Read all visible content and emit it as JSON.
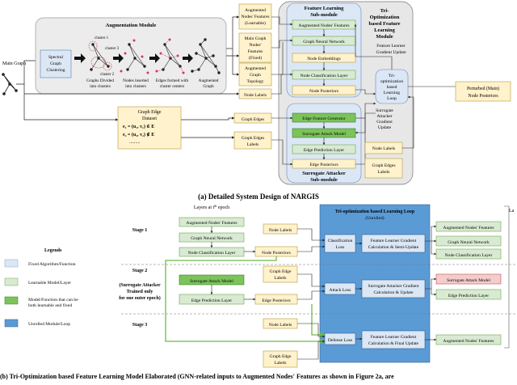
{
  "panel_a": {
    "caption": "(a) Detailed System Design of NARGIS",
    "main_graph": "Main Graph",
    "augmentation_module": {
      "title": "Augmentation Module",
      "spectral_clustering": [
        "Spectral",
        "Graph",
        "Clustering"
      ],
      "cluster_labels": [
        "cluster 1",
        "cluster 3",
        "cluster 2"
      ],
      "step_captions": {
        "divided": [
          "Graphs Divided",
          "into clusters"
        ],
        "inserted": [
          "Nodes inserted",
          "into clusters"
        ],
        "edges": [
          "Edges formed with",
          "cluster centers"
        ],
        "augmented": [
          "Augmented",
          "Graph"
        ]
      }
    },
    "inputs": {
      "aug_features": [
        "Augmented",
        "Nodes' Features",
        "(Learnable)"
      ],
      "main_features": [
        "Main Graph",
        "Nodes'",
        "Features",
        "(Fixed)"
      ],
      "aug_topology": [
        "Augmented",
        "Graph",
        "Topology"
      ],
      "node_labels": "Node Labels",
      "graph_edges": "Graph Edges",
      "graph_edges_labels": [
        "Graph Edges",
        "Labels"
      ]
    },
    "edge_dataset": {
      "title": [
        "Graph Edge",
        "Dataset"
      ],
      "row1": "e₁ = (u₁, v₁) ∈ E",
      "row2": "e₂ = (u₂, v₂) ∉ E",
      "dots": "........."
    },
    "feature_submodule": {
      "title": [
        "Feature Learning",
        "Sub-module"
      ],
      "items": [
        "Augmented Nodes' Features",
        "Graph Neural Network",
        "Node Embeddings",
        "Node Classification Layer",
        "Node Posteriors"
      ]
    },
    "attacker_submodule": {
      "title": [
        "Surrogate Attacker",
        "Sub-module"
      ],
      "items": [
        "Edge Feature Generator",
        "Surrogate Attack Model",
        "Edge Prediction Layer",
        "Edge Posteriors"
      ]
    },
    "tri_module": {
      "title": [
        "Tri-",
        "Optimization",
        "based Feature",
        "Learning",
        "Module"
      ],
      "gradient_label": [
        "Feature Learner",
        "Gradient Update"
      ],
      "loop": [
        "Tri-",
        "optimization",
        "based",
        "Learning",
        "Loop"
      ],
      "attacker_grad": [
        "Surrogate",
        "Attacker",
        "Gradient",
        "Update"
      ],
      "node_labels": "Node Labels",
      "graph_edge_labels": [
        "Graph Edges",
        "Labels"
      ]
    },
    "output": [
      "Perturbed (Main)",
      "Node Posteriors"
    ]
  },
  "panel_b": {
    "caption": "(b) Tri-Optimization based Feature Learning Model Elaborated (GNN-related inputs to Augmented Nodes' Features as shown in Figure 2a, are",
    "layers_header": [
      "Layers at t",
      "th",
      " epoch"
    ],
    "loop_header": [
      "Tri-optimization based Learning Loop",
      "(Unrolled)"
    ],
    "legends": {
      "title": "Legends",
      "items": [
        "Fixed Algorithm/Function",
        "Learnable Model/Layer",
        "Model/Function that can be",
        "both learnable and fixed",
        "Unrolled Module/Loop"
      ],
      "colors": [
        "#dce7f5",
        "#d9ead3",
        "#7cc35a",
        "#5b9bd5"
      ]
    },
    "stages": [
      "Stage 1",
      "Stage 2",
      "(Surrogate Attacker",
      "Trained only",
      "for one outer epoch)",
      "Stage 3"
    ],
    "stage1": [
      "Augmented Nodes' Features",
      "Graph Neural Network",
      "Node Classification Layer"
    ],
    "stage2": [
      "Surrogate Attack Model",
      "Edge Prediction Layer"
    ],
    "node_labels": "Node Labels",
    "node_posteriors": "Node Posteriors",
    "graph_edge_labels": [
      "Graph Edge",
      "Labels"
    ],
    "edge_posteriors": "Edge Posteriors",
    "classification_loss": [
      "Classification",
      "Loss"
    ],
    "attack_loss": "Attack Loss",
    "defense_loss": "Defense Loss",
    "loop_items": {
      "semi": [
        "Feature Learner Gradient",
        "Calculation & Semi-Update"
      ],
      "attacker": [
        "Surrogate Attacker Gradient",
        "Calculation & Update"
      ],
      "final": [
        "Feature Learner Gradient",
        "Calculation & Final Update"
      ]
    },
    "right_column": [
      "Augmented Nodes' Features",
      "Graph Neural Network",
      "Node Classification Layer",
      "Surrogate Attack Model",
      "Edge Prediction Layer",
      "Augmented Nodes' Features"
    ],
    "edge_letter": "La"
  }
}
